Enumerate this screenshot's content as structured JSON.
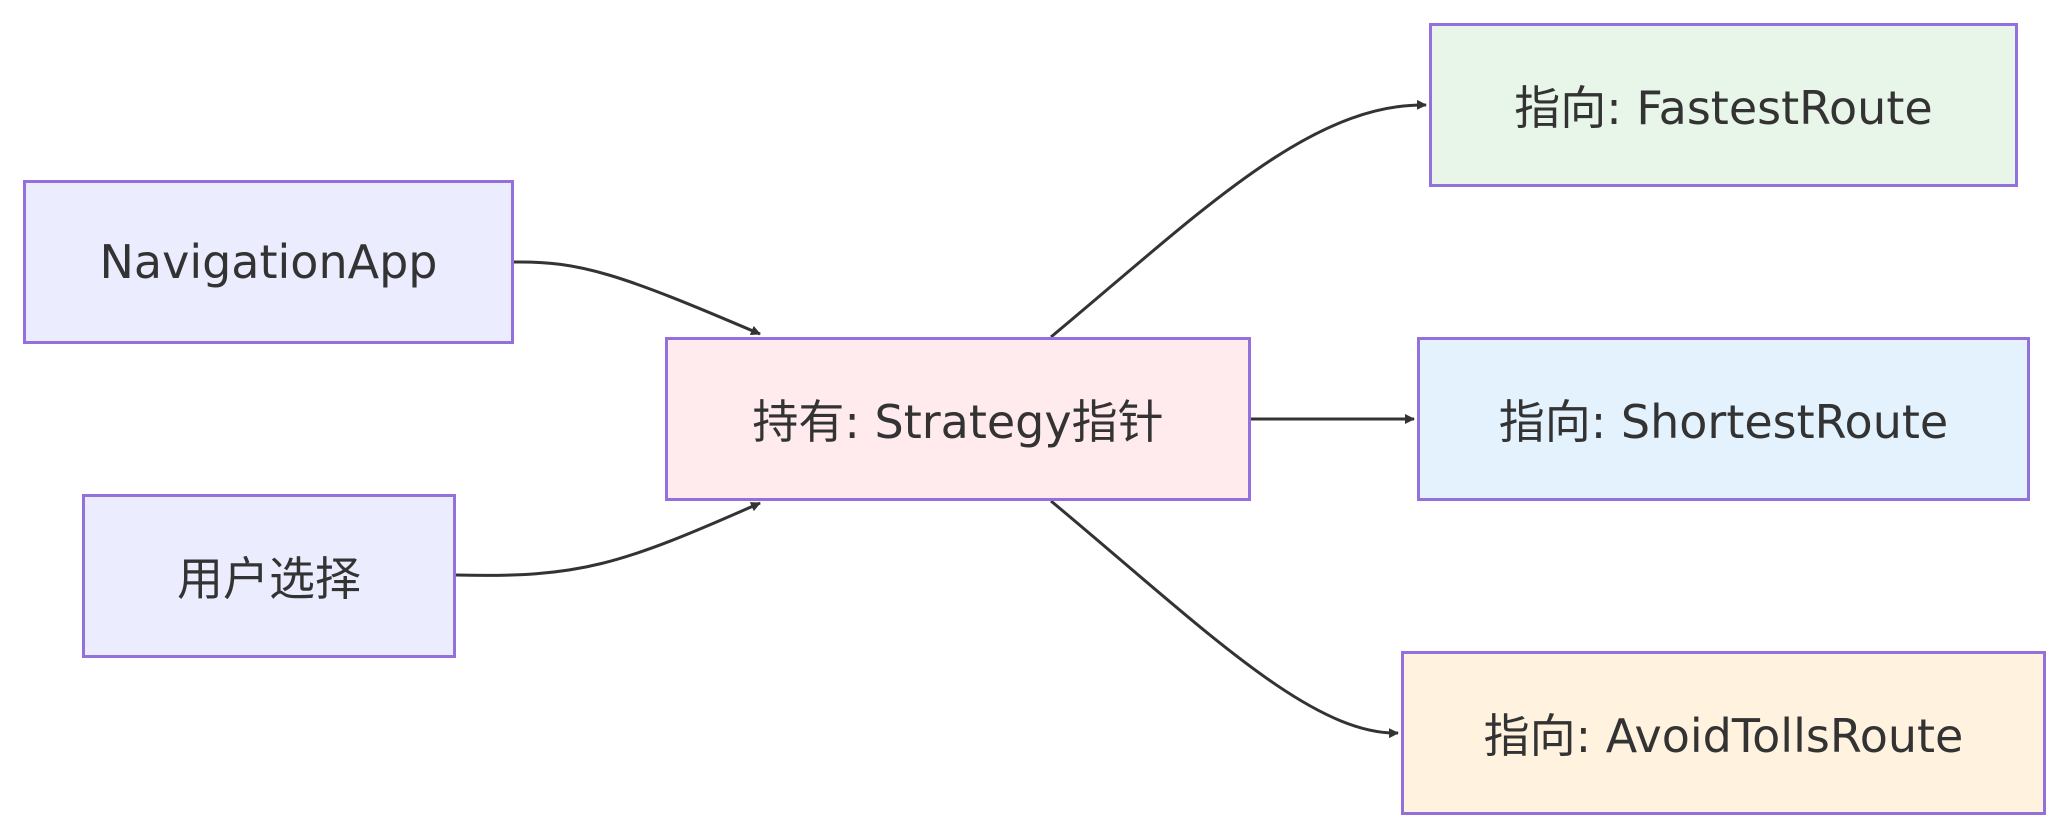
{
  "nodes": {
    "navigation_app": {
      "label": "NavigationApp",
      "fill": "#ECECFF"
    },
    "user_choice": {
      "label": "用户选择",
      "fill": "#ECECFF"
    },
    "strategy_holder": {
      "label": "持有: Strategy指针",
      "fill": "#FFEBEE"
    },
    "fastest_route": {
      "label": "指向: FastestRoute",
      "fill": "#E8F5E9"
    },
    "shortest_route": {
      "label": "指向: ShortestRoute",
      "fill": "#E3F2FD"
    },
    "avoid_tolls_route": {
      "label": "指向: AvoidTollsRoute",
      "fill": "#FFF3E0"
    }
  },
  "edges": [
    {
      "from": "navigation_app",
      "to": "strategy_holder"
    },
    {
      "from": "user_choice",
      "to": "strategy_holder"
    },
    {
      "from": "strategy_holder",
      "to": "fastest_route"
    },
    {
      "from": "strategy_holder",
      "to": "shortest_route"
    },
    {
      "from": "strategy_holder",
      "to": "avoid_tolls_route"
    }
  ],
  "colors": {
    "node_border": "#9370DB",
    "edge": "#333333",
    "text": "#333333"
  }
}
